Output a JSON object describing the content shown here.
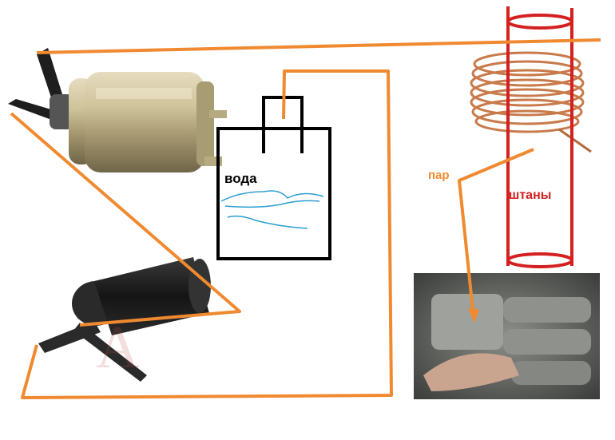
{
  "labels": {
    "water": "вода",
    "steam": "пар",
    "pants": "штаны"
  },
  "colors": {
    "pipe_orange": "#f08a30",
    "pants_red": "#d42020",
    "tank_black": "#000000",
    "water_blue": "#2a9fd0",
    "copper": "#c87a4a",
    "metal": "#b8a878",
    "pump_body": "#1c1c1c"
  },
  "objects": {
    "fuel_pump": "electric-pump-photo",
    "washer_pump": "washer-pump-photo",
    "copper_coil": "copper-coil-photo",
    "carburetor": "carburetor-engine-photo"
  }
}
